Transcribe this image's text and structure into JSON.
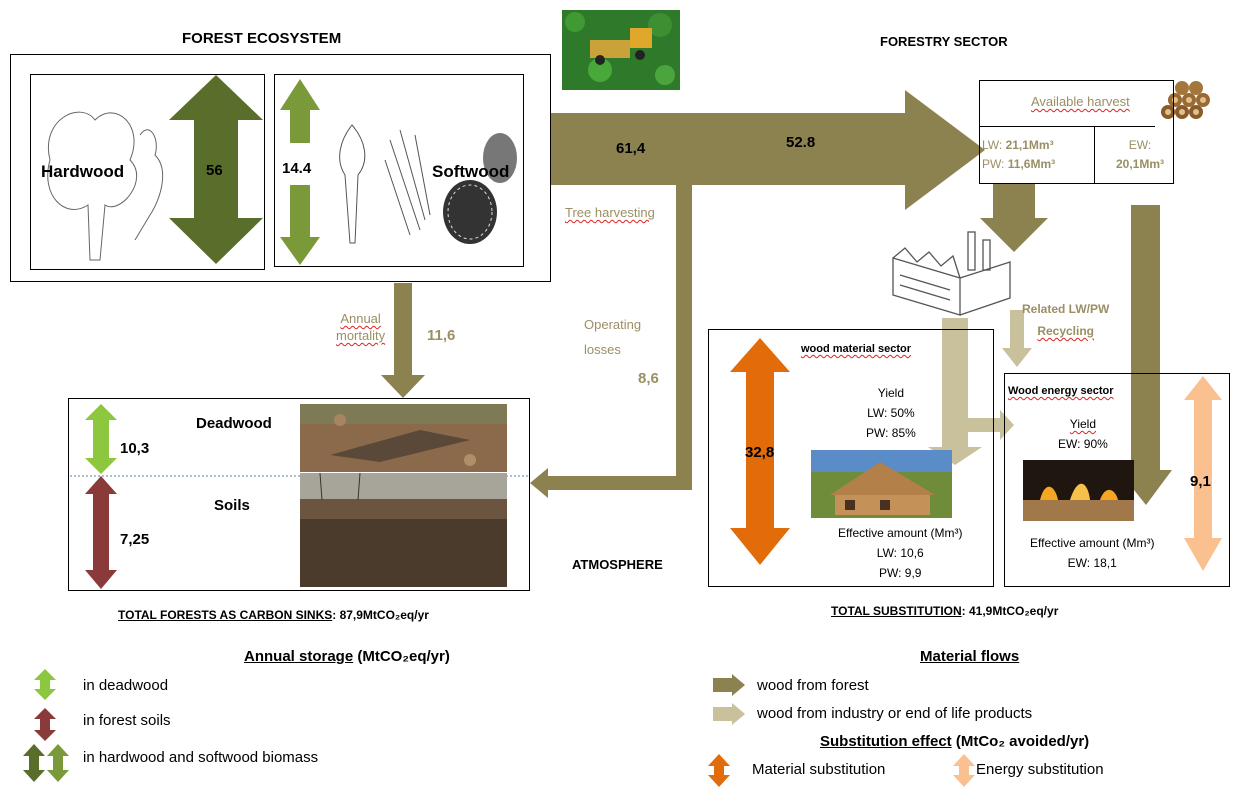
{
  "forest": {
    "title": "FOREST ECOSYSTEM",
    "hardwood_label": "Hardwood",
    "softwood_label": "Softwood",
    "hardwood_value": "56",
    "softwood_value": "14.4",
    "mortality_label": [
      "Annual",
      "mortality"
    ],
    "mortality_value": "11,6",
    "deadwood_label": "Deadwood",
    "deadwood_value": "10,3",
    "soils_label": "Soils",
    "soils_value": "7,25",
    "total_label": "TOTAL  FORESTS AS CARBON SINKS",
    "total_value": ": 87,9MtCO₂eq/yr"
  },
  "middle": {
    "harvest_value": "61,4",
    "harvest_label": "Tree harvesting",
    "losses_label": [
      "Operating",
      "losses"
    ],
    "losses_value": "8,6",
    "atmosphere_label": "ATMOSPHERE"
  },
  "sector": {
    "title": "FORESTRY SECTOR",
    "flow_value": "52.8",
    "available_harvest": "Available harvest",
    "lw_line": [
      "LW: ",
      "21,1Mm³"
    ],
    "pw_line": [
      "PW: ",
      "11,6Mm³"
    ],
    "ew_line": [
      "EW:",
      "20,1Mm³"
    ],
    "recycling_label": [
      "Related LW/PW",
      "Recycling"
    ],
    "material": {
      "title": "wood material sector",
      "value": "32,8",
      "yield": [
        "Yield",
        "LW: 50%",
        "PW: 85%"
      ],
      "effective": [
        "Effective amount  (Mm³)",
        "LW: 10,6",
        "PW: 9,9"
      ]
    },
    "energy": {
      "title": "Wood energy sector",
      "value": "9,1",
      "yield": [
        "Yield",
        "EW: 90%"
      ],
      "effective": [
        "Effective amount  (Mm³)",
        "EW: 18,1"
      ]
    },
    "total_label": "TOTAL  SUBSTITUTION",
    "total_value": ": 41,9MtCO₂eq/yr"
  },
  "legend": {
    "storage_title": "Annual storage",
    "storage_unit": " (MtCO₂eq/yr)",
    "deadwood": "in deadwood",
    "soils": "in forest soils",
    "biomass": "in hardwood and softwood biomass",
    "flows_title": "Material flows",
    "forest_flow": "wood from forest",
    "industry_flow": "wood from industry or end of life products",
    "subst_title": "Substitution effect",
    "subst_unit": " (MtCo₂ avoided/yr)",
    "material_subst": "Material substitution",
    "energy_subst": "Energy substitution"
  },
  "colors": {
    "forest_flow": "#8c8250",
    "industry_flow": "#c9c19c",
    "hardwood": "#5a6e2c",
    "softwood": "#7a9a3a",
    "deadwood": "#8dc63f",
    "soils": "#8b3a3a",
    "material": "#e36c0a",
    "energy": "#fac090"
  }
}
